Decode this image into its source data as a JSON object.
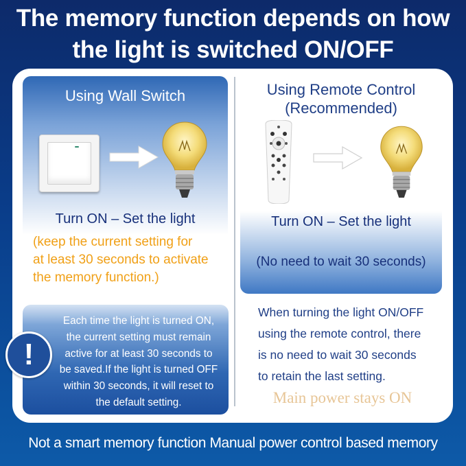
{
  "title": {
    "line1": "The memory function depends on how",
    "line2": "the light is switched ON/OFF"
  },
  "left": {
    "heading": "Using Wall Switch",
    "step": "Turn ON – Set the light",
    "note_lines": [
      "(keep the current setting for",
      "at least 30 seconds to activate",
      "the memory function.)"
    ],
    "tip_lines": [
      "Each time the light is turned ON,",
      "the current setting must remain",
      "active for at least 30 seconds to",
      "be saved.If the light is turned OFF",
      "within 30 seconds, it will reset to",
      "the default setting."
    ],
    "alert_symbol": "!"
  },
  "right": {
    "heading_line1": "Using Remote Control",
    "heading_line2": "(Recommended)",
    "step": "Turn ON – Set the light",
    "note": "(No need to wait 30 seconds)",
    "desc_lines": [
      "When turning the light ON/OFF",
      "using the remote control, there",
      "is no need to wait 30 seconds",
      "to retain the last setting."
    ],
    "main_power": "Main power stays ON"
  },
  "footer": "Not a smart memory function Manual power control based memory",
  "icons": [
    "wall-switch-icon",
    "arrow-right-icon",
    "light-bulb-icon",
    "remote-control-icon",
    "exclamation-icon"
  ],
  "colors": {
    "background_top": "#0d2a6a",
    "background_bottom": "#0d5aa8",
    "heading_blue": "#17307a",
    "orange": "#f0a017",
    "main_power_beige": "#e7c596"
  }
}
